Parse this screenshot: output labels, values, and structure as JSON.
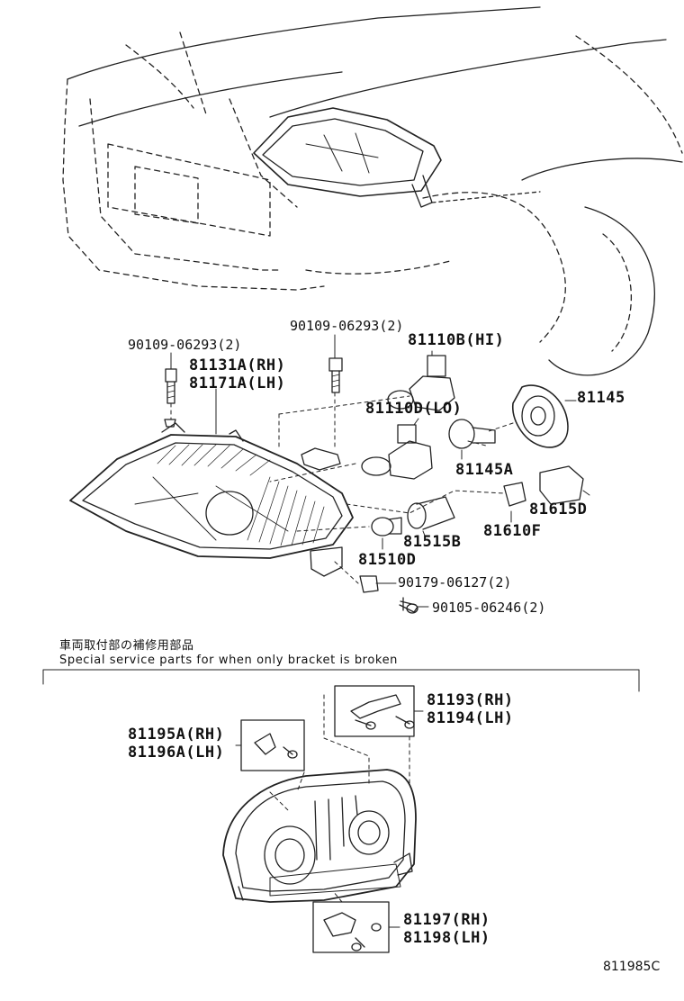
{
  "labels": {
    "bolt_left": "90109-06293(2)",
    "bolt_right": "90109-06293(2)",
    "unit_rh": "81131A(RH)",
    "unit_lh": "81171A(LH)",
    "bulb_hi": "81110B(HI)",
    "bulb_lo": "81110D(LO)",
    "socket_cover": "81145",
    "cap_a": "81145A",
    "socket_d": "81615D",
    "bulb_f": "81610F",
    "socket_b": "81515B",
    "bulb_d": "81510D",
    "nut": "90179-06127(2)",
    "screw": "90105-06246(2)",
    "bracket_upper_rh": "81193(RH)",
    "bracket_upper_lh": "81194(LH)",
    "bracket_side_rh": "81195A(RH)",
    "bracket_side_lh": "81196A(LH)",
    "bracket_lower_rh": "81197(RH)",
    "bracket_lower_lh": "81198(LH)"
  },
  "notes": {
    "jp": "車両取付部の補修用部品",
    "en": "Special service parts for when only bracket is broken"
  },
  "diagram_code": "811985C"
}
